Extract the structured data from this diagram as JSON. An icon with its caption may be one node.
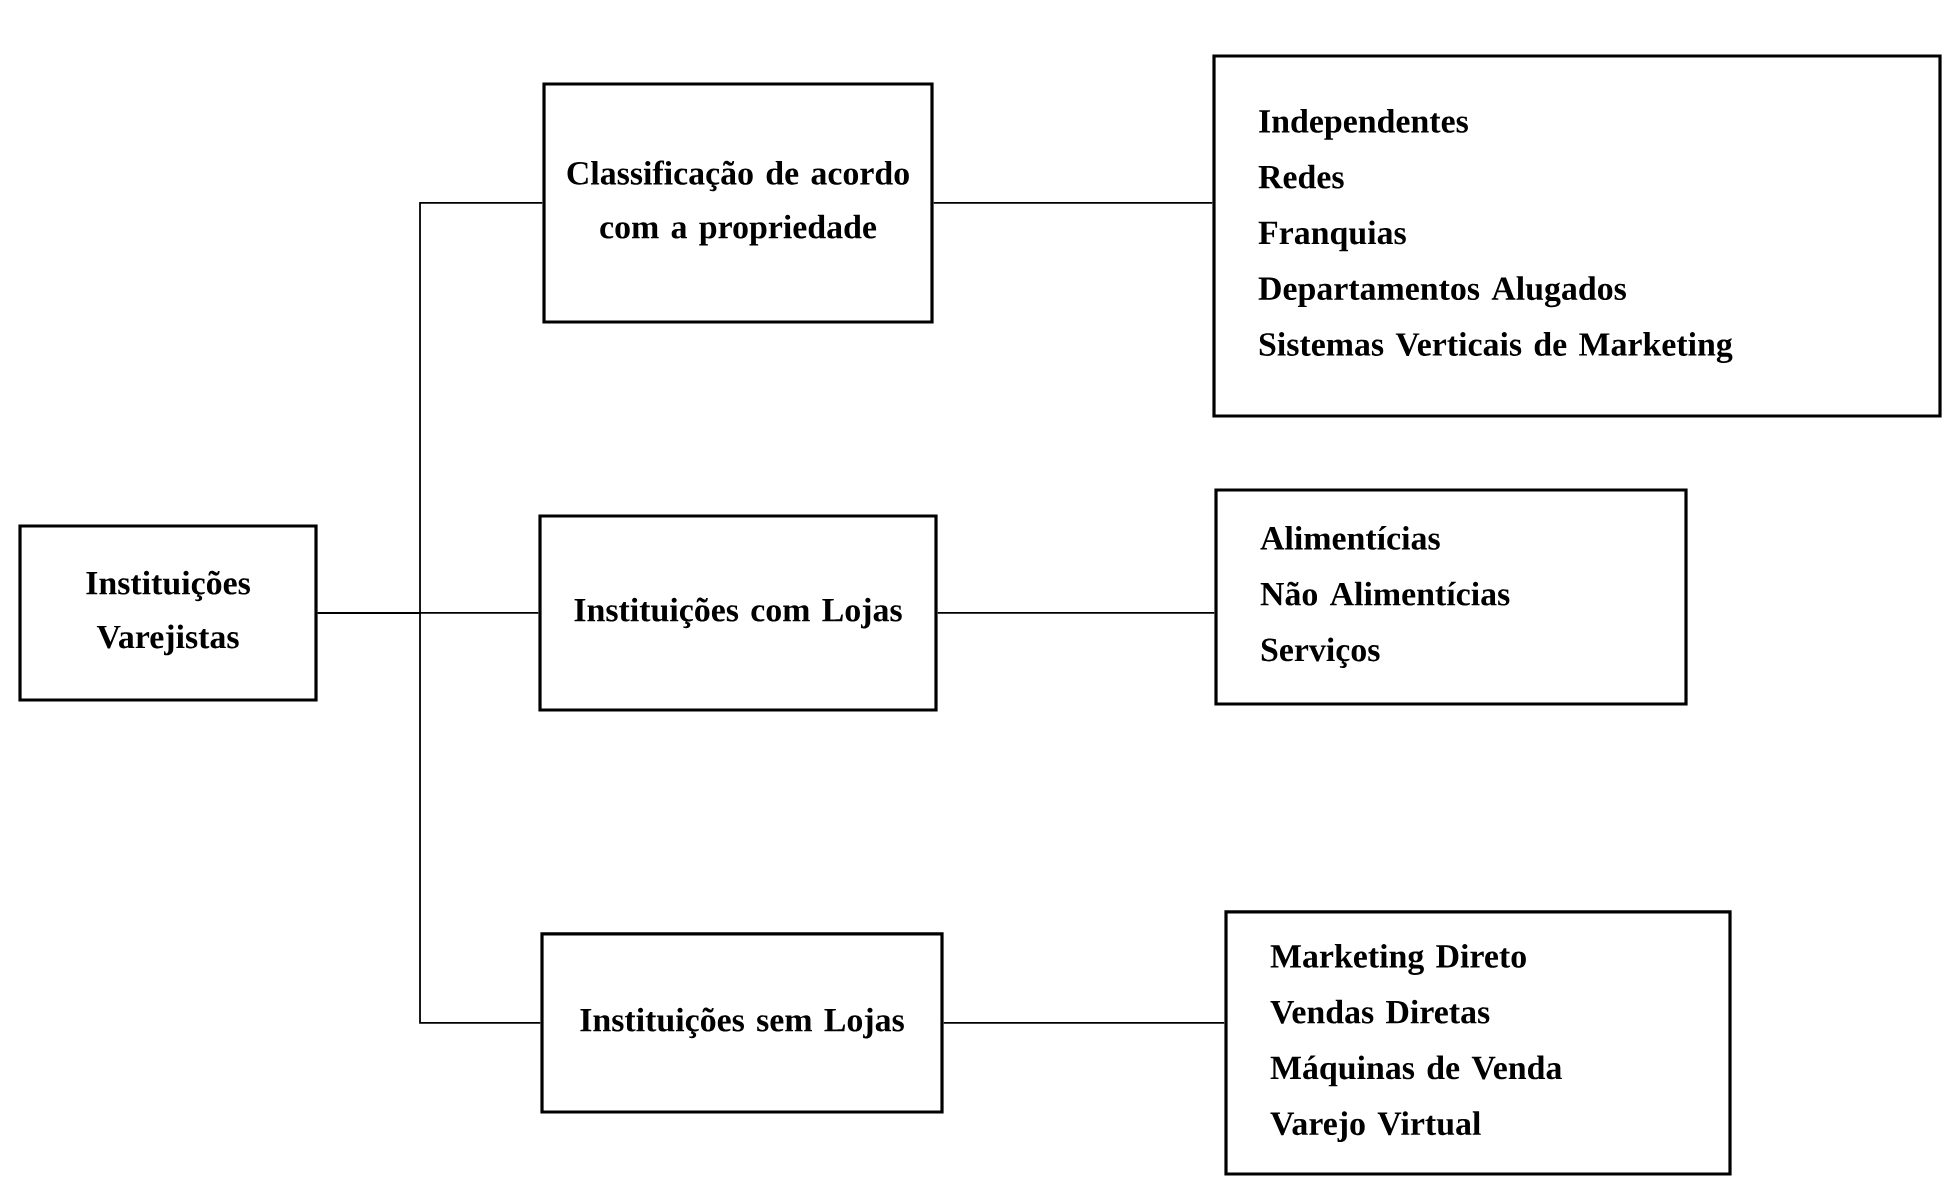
{
  "diagram": {
    "nodes": [
      {
        "text": [
          "Instituições Varejistas"
        ]
      },
      {
        "text": [
          "Classificação de acordo com a propriedade"
        ]
      },
      {
        "text": [
          "Instituições com Lojas"
        ]
      },
      {
        "text": [
          "Instituições sem Lojas"
        ]
      },
      {
        "text": [
          "Independentes",
          "Redes",
          "Franquias",
          "Departamentos Alugados",
          "Sistemas Verticais de Marketing"
        ]
      },
      {
        "text": [
          "Alimentícias",
          "Não Alimentícias",
          "Serviços"
        ]
      },
      {
        "text": [
          "Marketing Direto",
          "Vendas Diretas",
          "Máquinas de Venda",
          "Varejo Virtual"
        ]
      }
    ],
    "edges": [
      {
        "from": 0,
        "to": 1,
        "arrow": "none"
      },
      {
        "from": 0,
        "to": 2,
        "arrow": "none"
      },
      {
        "from": 0,
        "to": 3,
        "arrow": "none"
      },
      {
        "from": 1,
        "to": 4,
        "arrow": "none"
      },
      {
        "from": 2,
        "to": 5,
        "arrow": "none"
      },
      {
        "from": 3,
        "to": 6,
        "arrow": "none"
      }
    ]
  }
}
